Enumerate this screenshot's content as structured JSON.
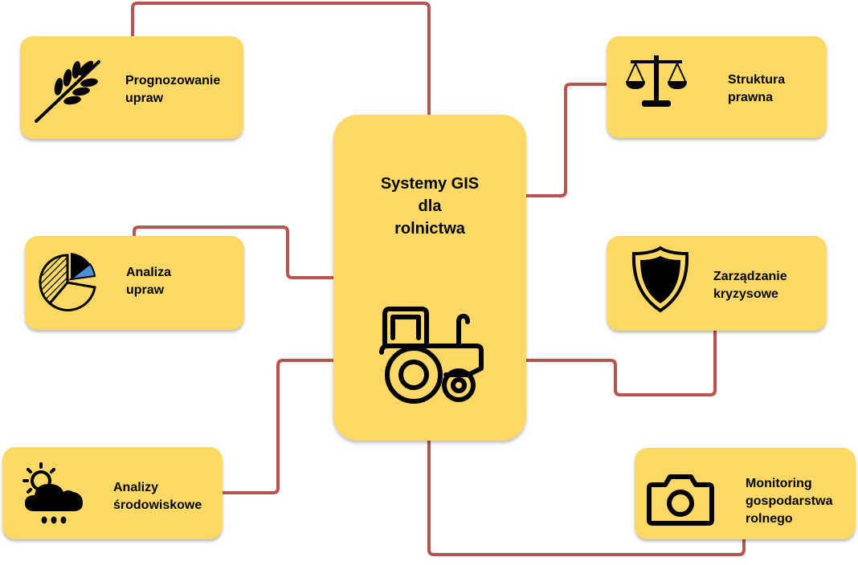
{
  "diagram": {
    "center": {
      "title": "Systemy GIS\ndla\nrolnictwa",
      "icon": "tractor-icon"
    },
    "nodes": [
      {
        "id": "crop-forecasting",
        "label": "Prognozowanie\nupraw",
        "icon": "wheat-icon"
      },
      {
        "id": "crop-analysis",
        "label": "Analiza\nupraw",
        "icon": "pie-chart-icon"
      },
      {
        "id": "environmental-analysis",
        "label": "Analizy\nśrodowiskowe",
        "icon": "weather-icon"
      },
      {
        "id": "legal-structure",
        "label": "Struktura\nprawna",
        "icon": "scales-icon"
      },
      {
        "id": "crisis-management",
        "label": "Zarządzanie\nkryzysowe",
        "icon": "shield-icon"
      },
      {
        "id": "farm-monitoring",
        "label": "Monitoring\ngospodarstwa\nrolnego",
        "icon": "camera-icon"
      }
    ],
    "colors": {
      "box": "#ffd966",
      "connector": "#b85450",
      "icon": "#000000",
      "pie-accent": "#4a90d9"
    }
  }
}
